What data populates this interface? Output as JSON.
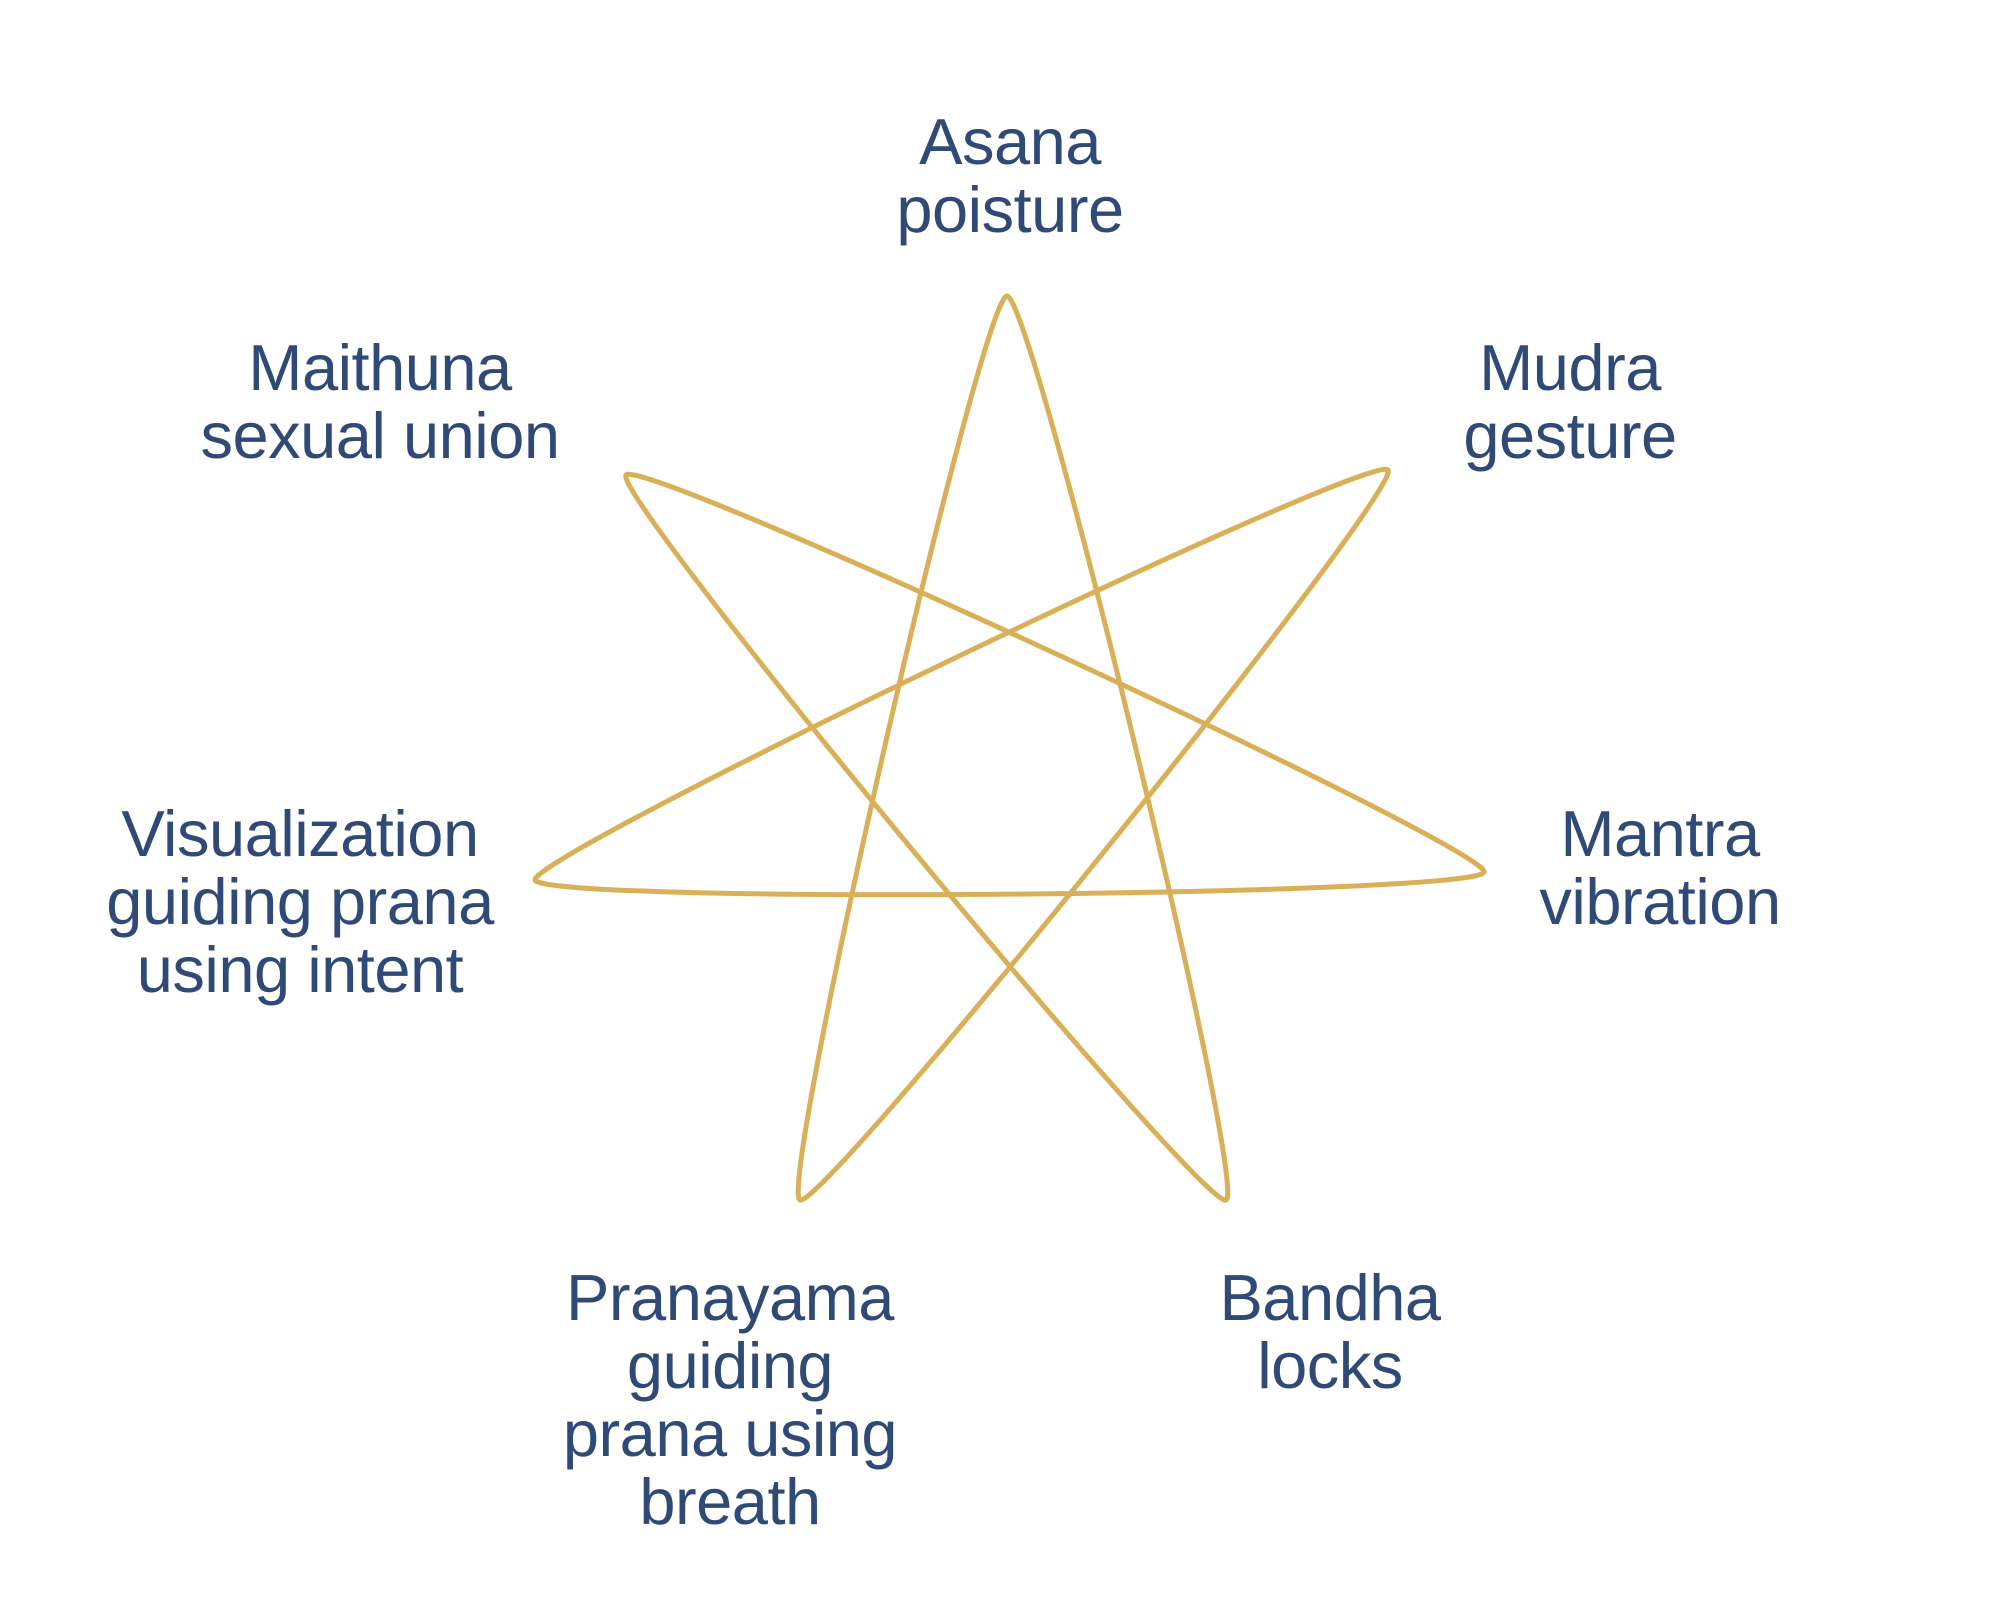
{
  "diagram": {
    "star_color": "#d9b057",
    "label_color": "#2f4a76",
    "points": [
      {
        "id": "asana",
        "lines": [
          "Asana",
          "poisture"
        ]
      },
      {
        "id": "mudra",
        "lines": [
          "Mudra",
          "gesture"
        ]
      },
      {
        "id": "mantra",
        "lines": [
          "Mantra",
          "vibration"
        ]
      },
      {
        "id": "bandha",
        "lines": [
          "Bandha",
          "locks"
        ]
      },
      {
        "id": "pranayama",
        "lines": [
          "Pranayama",
          "guiding",
          "prana using",
          "breath"
        ]
      },
      {
        "id": "visualization",
        "lines": [
          "Visualization",
          "guiding prana",
          "using intent"
        ]
      },
      {
        "id": "maithuna",
        "lines": [
          "Maithuna",
          "sexual union"
        ]
      }
    ]
  }
}
